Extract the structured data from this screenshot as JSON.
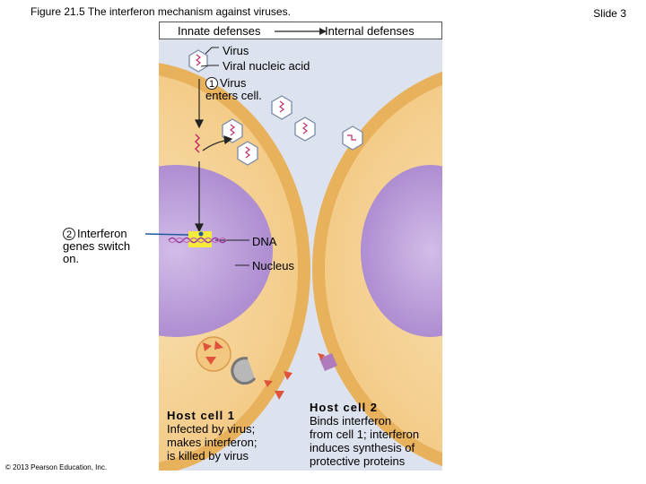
{
  "header": {
    "figure_title": "Figure 21.5 The interferon mechanism against viruses.",
    "slide_label": "Slide 3"
  },
  "diagram": {
    "banner_left": "Innate defenses",
    "banner_right": "Internal defenses",
    "labels": {
      "virus": "Virus",
      "viral_nucleic_acid": "Viral nucleic acid",
      "dna": "DNA",
      "nucleus": "Nucleus"
    },
    "steps": [
      {
        "number": "1",
        "text_line1": "Virus",
        "text_line2": "enters cell."
      },
      {
        "number": "2",
        "text_line1": "Interferon",
        "text_line2": "genes switch",
        "text_line3": "on."
      }
    ],
    "host_cell_1": {
      "title": "Host cell 1",
      "desc_line1": "Infected by virus;",
      "desc_line2": "makes interferon;",
      "desc_line3": "is killed by virus"
    },
    "host_cell_2": {
      "title": "Host cell 2",
      "desc_line1": "Binds interferon",
      "desc_line2": "from cell 1; interferon",
      "desc_line3": "induces synthesis of",
      "desc_line4": "protective proteins"
    },
    "colors": {
      "background_panel": "#dde2ef",
      "cell_membrane": "#e8b563",
      "cytoplasm": "#f6d8a2",
      "nucleus": "#b99ad6",
      "interferon": "#e0533b",
      "receptor": "#b07bbd",
      "label_line": "#1f5a9e"
    }
  },
  "footer": {
    "copyright": "© 2013 Pearson Education, Inc."
  }
}
